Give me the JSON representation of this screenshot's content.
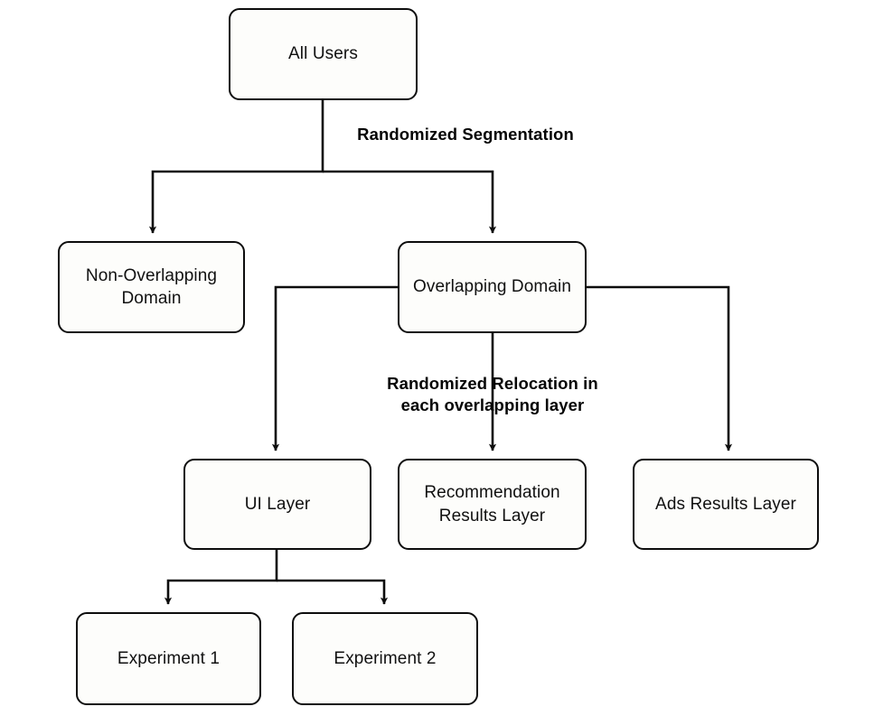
{
  "diagram": {
    "title": "Randomized user segmentation and overlapping-layer experiment flow",
    "background_color": "#ffffff",
    "node_fill_color": "#fdfdfb",
    "node_border_color": "#0d0d0d",
    "edge_color": "#0d0d0d",
    "text_color": "#111111",
    "nodes": {
      "all_users": "All Users",
      "non_overlapping_domain": "Non-Overlapping\nDomain",
      "overlapping_domain": "Overlapping Domain",
      "ui_layer": "UI Layer",
      "recommendation_results_layer": "Recommendation\nResults Layer",
      "ads_results_layer": "Ads Results Layer",
      "experiment_1": "Experiment 1",
      "experiment_2": "Experiment 2"
    },
    "edge_labels": {
      "randomized_segmentation": "Randomized Segmentation",
      "randomized_relocation": "Randomized Relocation in\neach overlapping layer"
    },
    "edges": [
      {
        "from": "all_users",
        "to": "non_overlapping_domain",
        "label": "Randomized Segmentation",
        "style": "elbow-arrow"
      },
      {
        "from": "all_users",
        "to": "overlapping_domain",
        "label": "Randomized Segmentation",
        "style": "elbow-arrow"
      },
      {
        "from": "overlapping_domain",
        "to": "ui_layer",
        "label": "Randomized Relocation in each overlapping layer",
        "style": "elbow-arrow"
      },
      {
        "from": "overlapping_domain",
        "to": "recommendation_results_layer",
        "label": "Randomized Relocation in each overlapping layer",
        "style": "straight-arrow"
      },
      {
        "from": "overlapping_domain",
        "to": "ads_results_layer",
        "label": "Randomized Relocation in each overlapping layer",
        "style": "elbow-arrow"
      },
      {
        "from": "ui_layer",
        "to": "experiment_1",
        "label": "",
        "style": "elbow-arrow"
      },
      {
        "from": "ui_layer",
        "to": "experiment_2",
        "label": "",
        "style": "elbow-arrow"
      }
    ]
  }
}
